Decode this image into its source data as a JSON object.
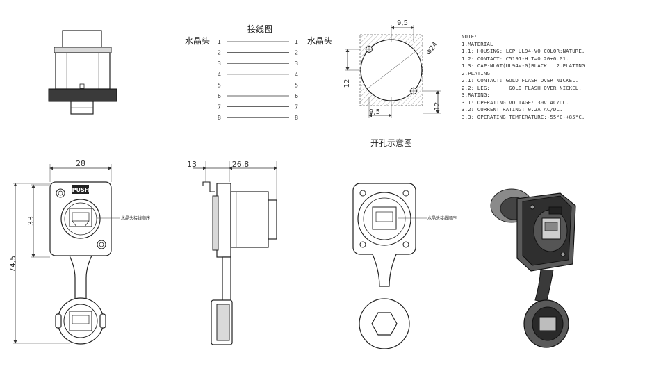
{
  "wiring": {
    "title": "接线图",
    "left_label": "水晶头",
    "right_label": "水晶头",
    "pins": [
      "1",
      "2",
      "3",
      "4",
      "5",
      "6",
      "7",
      "8"
    ]
  },
  "cutout": {
    "caption": "开孔示意图",
    "dim_top": "9,5",
    "dim_bottom": "9,5",
    "dim_left": "12",
    "dim_right": "12",
    "dim_diameter": "Φ24"
  },
  "front_view": {
    "dim_width": "28",
    "dim_height_inner": "33",
    "dim_height_total": "74,5",
    "push_label": "PUSH",
    "callout": "水晶头接线顺序"
  },
  "side_view": {
    "dim_left": "13",
    "dim_right": "26,8"
  },
  "rear_view": {
    "callout": "水晶头接线顺序"
  },
  "notes": [
    "NOTE:",
    "1.MATERIAL",
    "1.1: HOUSING: LCP UL94-VO COLOR:NATURE.",
    "1.2: CONTACT: C5191-H T=0.20±0.01.",
    "1.3: CAP:NL6T(UL94V-0)BLACK   2.PLATING",
    "2.PLATING",
    "2.1: CONTACT: GOLD FLASH OVER NICKEL.",
    "2.2: LEG:      GOLD FLASH OVER NICKEL.",
    "3.RATING:",
    "3.1: OPERATING VOLTAGE: 30V AC/DC.",
    "3.2: CURRENT RATING: 0.2A AC/DC.",
    "3.3: OPERATING TEMPERATURE:-55°C~+85°C."
  ]
}
